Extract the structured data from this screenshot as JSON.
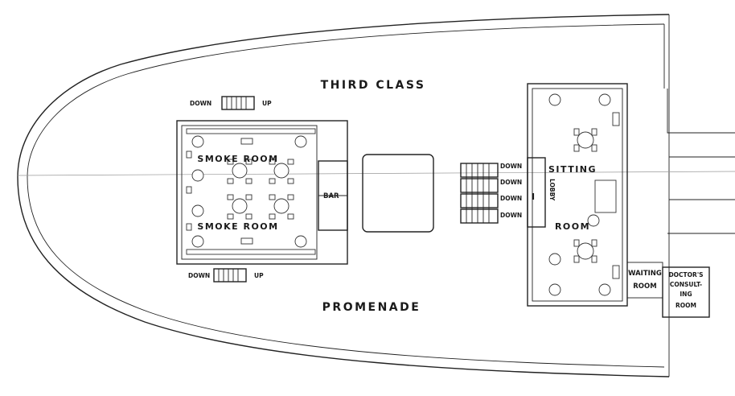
{
  "deck": {
    "third_class": "THIRD CLASS",
    "promenade": "PROMENADE"
  },
  "smoke_room": {
    "label_top": "SMOKE ROOM",
    "label_bottom": "SMOKE ROOM",
    "bar": "BAR"
  },
  "stairs": {
    "top_down": "DOWN",
    "top_up": "UP",
    "bottom_down": "DOWN",
    "bottom_up": "UP",
    "flights": [
      "DOWN",
      "DOWN",
      "DOWN",
      "DOWN"
    ]
  },
  "sitting_room": {
    "label_top": "SITTING",
    "label_bottom": "ROOM",
    "lobby": "LOBBY",
    "lobby_mark": "I"
  },
  "waiting_room": {
    "line1": "WAITING",
    "line2": "ROOM"
  },
  "doctors_room": {
    "line1": "DOCTOR'S",
    "line2": "CONSULT-",
    "line3": "ING",
    "line4": "ROOM"
  }
}
